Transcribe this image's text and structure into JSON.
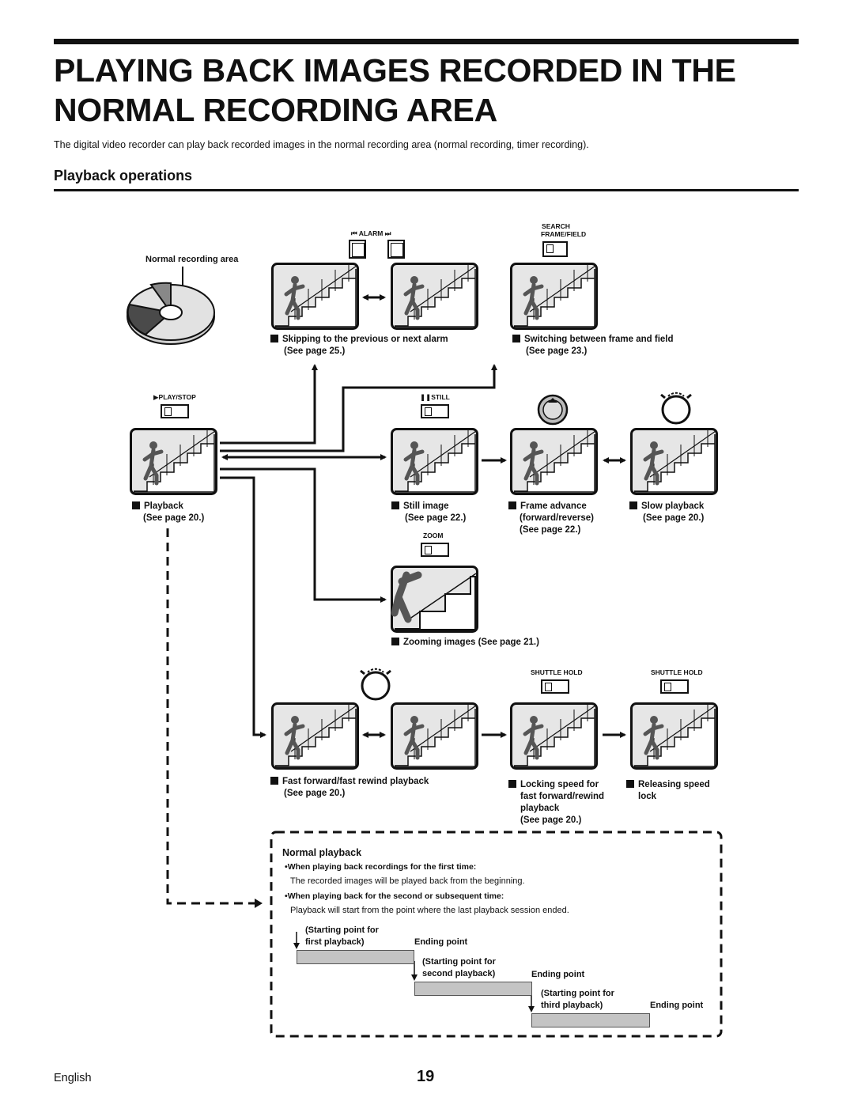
{
  "page": {
    "title_line1": "PLAYING BACK IMAGES RECORDED IN THE",
    "title_line2": "NORMAL RECORDING AREA",
    "intro": "The digital video recorder can play back recorded images in the normal recording area (normal recording, timer recording).",
    "section_title": "Playback operations"
  },
  "buttons": {
    "alarm": "ALARM",
    "search": "SEARCH",
    "frame_field": "FRAME/FIELD",
    "play_stop": "PLAY/STOP",
    "still": "STILL",
    "zoom": "ZOOM",
    "shuttle_hold_1": "SHUTTLE HOLD",
    "shuttle_hold_2": "SHUTTLE HOLD"
  },
  "disc_label": "Normal recording area",
  "captions": {
    "skip_line1": "Skipping to the previous or next alarm",
    "skip_line2": "(See page 25.)",
    "switch_line1": "Switching between frame and field",
    "switch_line2": "(See page 23.)",
    "playback_line1": "Playback",
    "playback_line2": "(See page 20.)",
    "still_line1": "Still image",
    "still_line2": "(See page 22.)",
    "frame_line1": "Frame advance",
    "frame_line2": "(forward/reverse)",
    "frame_line3": "(See page 22.)",
    "slow_line1": "Slow playback",
    "slow_line2": "(See page 20.)",
    "zoom_line1": "Zooming images (See page 21.)",
    "ff_line1": "Fast forward/fast rewind playback",
    "ff_line2": "(See page 20.)",
    "lock_line1": "Locking speed for",
    "lock_line2": "fast forward/rewind",
    "lock_line3": "playback",
    "lock_line4": "(See page 20.)",
    "release_line1": "Releasing speed",
    "release_line2": "lock"
  },
  "panel": {
    "title": "Normal playback",
    "bullet1": "When playing back recordings for the first time:",
    "text1": "The recorded images will be played back from the beginning.",
    "bullet2": "When playing back for the second or subsequent time:",
    "text2": "Playback will start from the point where the last playback session ended.",
    "start1_line1": "(Starting point for",
    "start1_line2": "first playback)",
    "end1": "Ending point",
    "start2_line1": "(Starting point for",
    "start2_line2": "second playback)",
    "end2": "Ending point",
    "start3_line1": "(Starting point for",
    "start3_line2": "third playback)",
    "end3": "Ending point"
  },
  "footer": {
    "language": "English",
    "page_number": "19"
  }
}
